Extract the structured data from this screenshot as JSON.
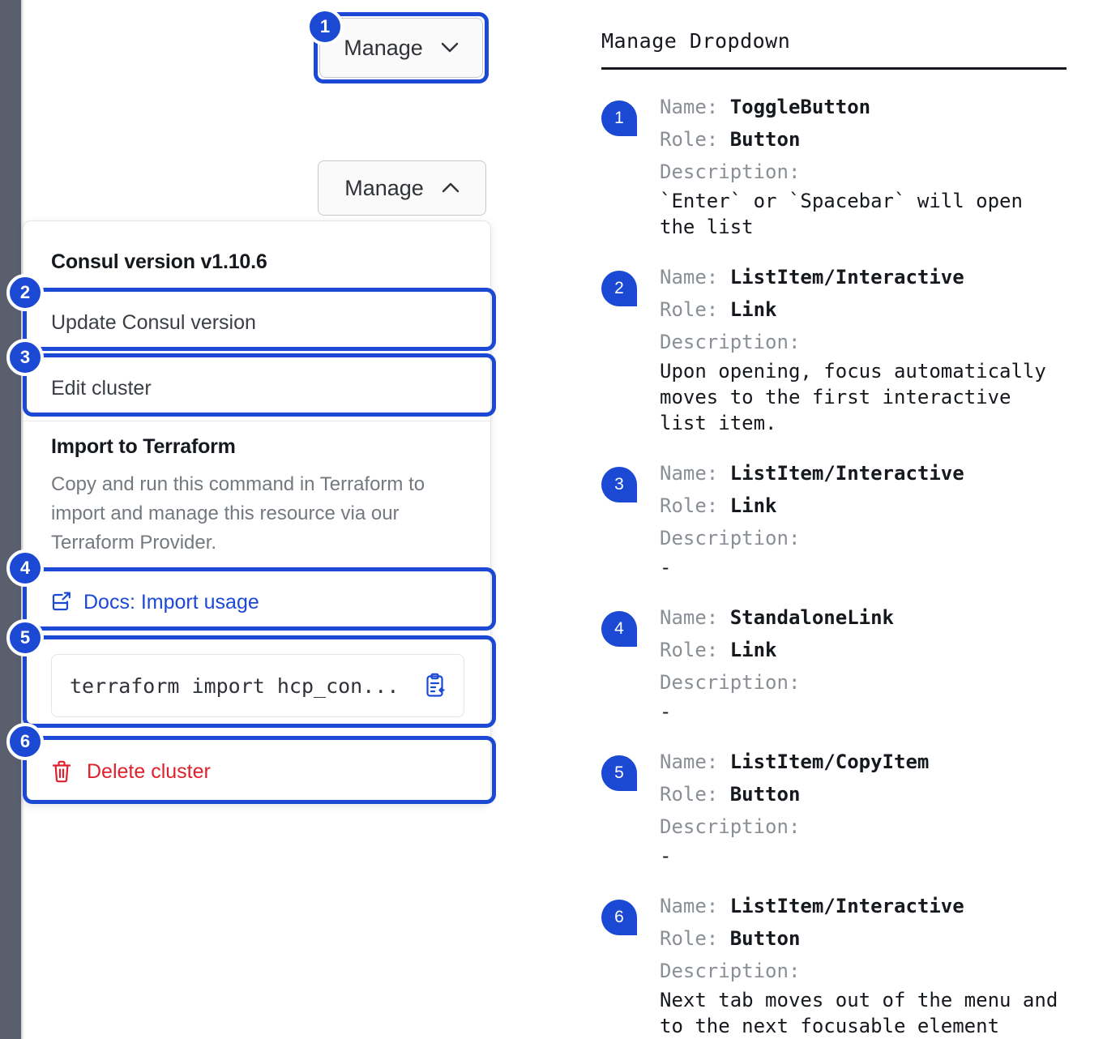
{
  "left": {
    "closed_button": {
      "label": "Manage",
      "icon": "chevron-down-icon"
    },
    "open_button": {
      "label": "Manage",
      "icon": "chevron-up-icon"
    },
    "dropdown": {
      "version_heading": "Consul version v1.10.6",
      "update_item": "Update Consul version",
      "edit_item": "Edit cluster",
      "terraform_heading": "Import to Terraform",
      "terraform_description": "Copy and run this command in Terraform to import and manage this resource via our Terraform Provider.",
      "docs_link": "Docs: Import usage",
      "docs_link_icon": "external-link-icon",
      "code_value": "terraform import hcp_con...",
      "copy_icon": "copy-to-clipboard-icon",
      "delete_item": "Delete cluster",
      "delete_icon": "trash-icon"
    },
    "badges": [
      "1",
      "2",
      "3",
      "4",
      "5",
      "6"
    ]
  },
  "right": {
    "title": "Manage Dropdown",
    "labels": {
      "name": "Name:",
      "role": "Role:",
      "description": "Description:"
    },
    "entries": [
      {
        "badge": "1",
        "name": "ToggleButton",
        "role": "Button",
        "description": "`Enter` or `Spacebar` will open\nthe list"
      },
      {
        "badge": "2",
        "name": "ListItem/Interactive",
        "role": "Link",
        "description": "Upon opening, focus automatically\nmoves to the first interactive\nlist item."
      },
      {
        "badge": "3",
        "name": "ListItem/Interactive",
        "role": "Link",
        "description": "-"
      },
      {
        "badge": "4",
        "name": "StandaloneLink",
        "role": "Link",
        "description": "-"
      },
      {
        "badge": "5",
        "name": "ListItem/CopyItem",
        "role": "Button",
        "description": "-"
      },
      {
        "badge": "6",
        "name": "ListItem/Interactive",
        "role": "Button",
        "description": "Next tab moves out of the menu and\nto the next focusable element"
      }
    ]
  },
  "colors": {
    "accent_blue": "#1b49d4",
    "danger_red": "#e0202c",
    "rail_gray": "#5a5f6e",
    "text_dark": "#15181d",
    "text_muted": "#8a8f96"
  }
}
